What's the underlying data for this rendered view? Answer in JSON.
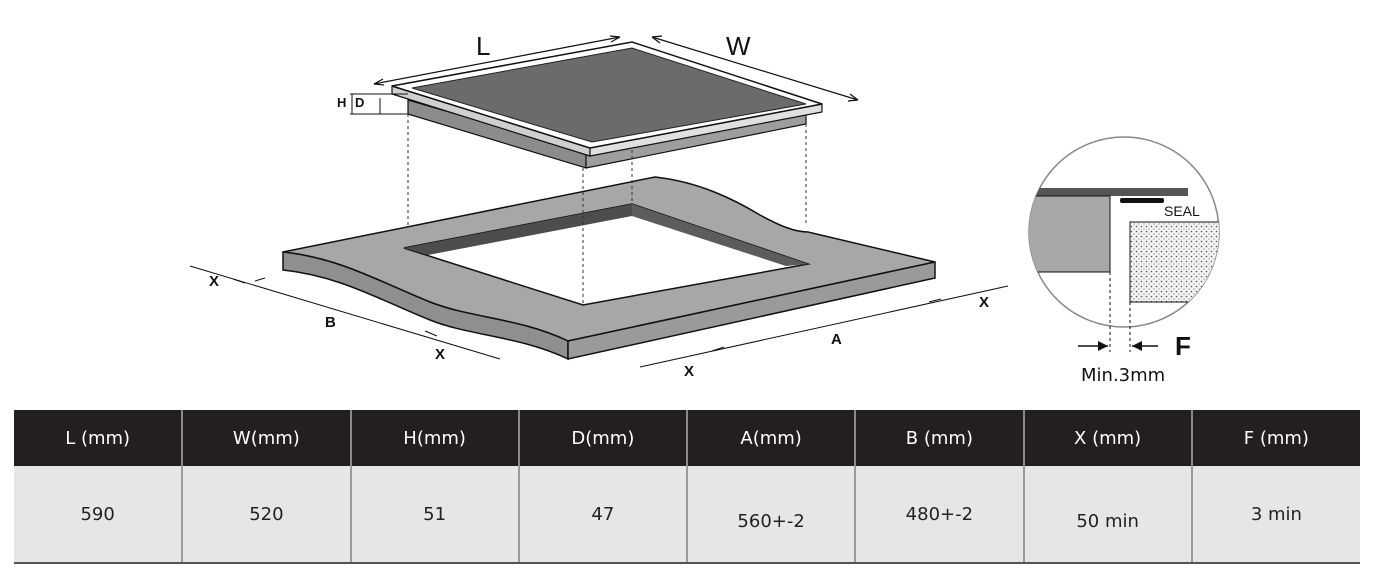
{
  "diagram": {
    "dimension_labels": {
      "L": "L",
      "W": "W",
      "H": "H",
      "D": "D",
      "A": "A",
      "B": "B",
      "X": "X",
      "F": "F"
    },
    "detail": {
      "seal": "SEAL",
      "min_gap": "Min.3mm"
    }
  },
  "table": {
    "headers": [
      "L (mm)",
      "W(mm)",
      "H(mm)",
      "D(mm)",
      "A(mm)",
      "B (mm)",
      "X (mm)",
      "F (mm)"
    ],
    "values": [
      "590",
      "520",
      "51",
      "47",
      "560+-2",
      "480+-2",
      "50 min",
      "3 min"
    ]
  },
  "colors": {
    "header_bg": "#231f20",
    "row_bg": "#e6e6e6",
    "surface": "#a3a3a3",
    "glass": "#6b6b6d"
  }
}
